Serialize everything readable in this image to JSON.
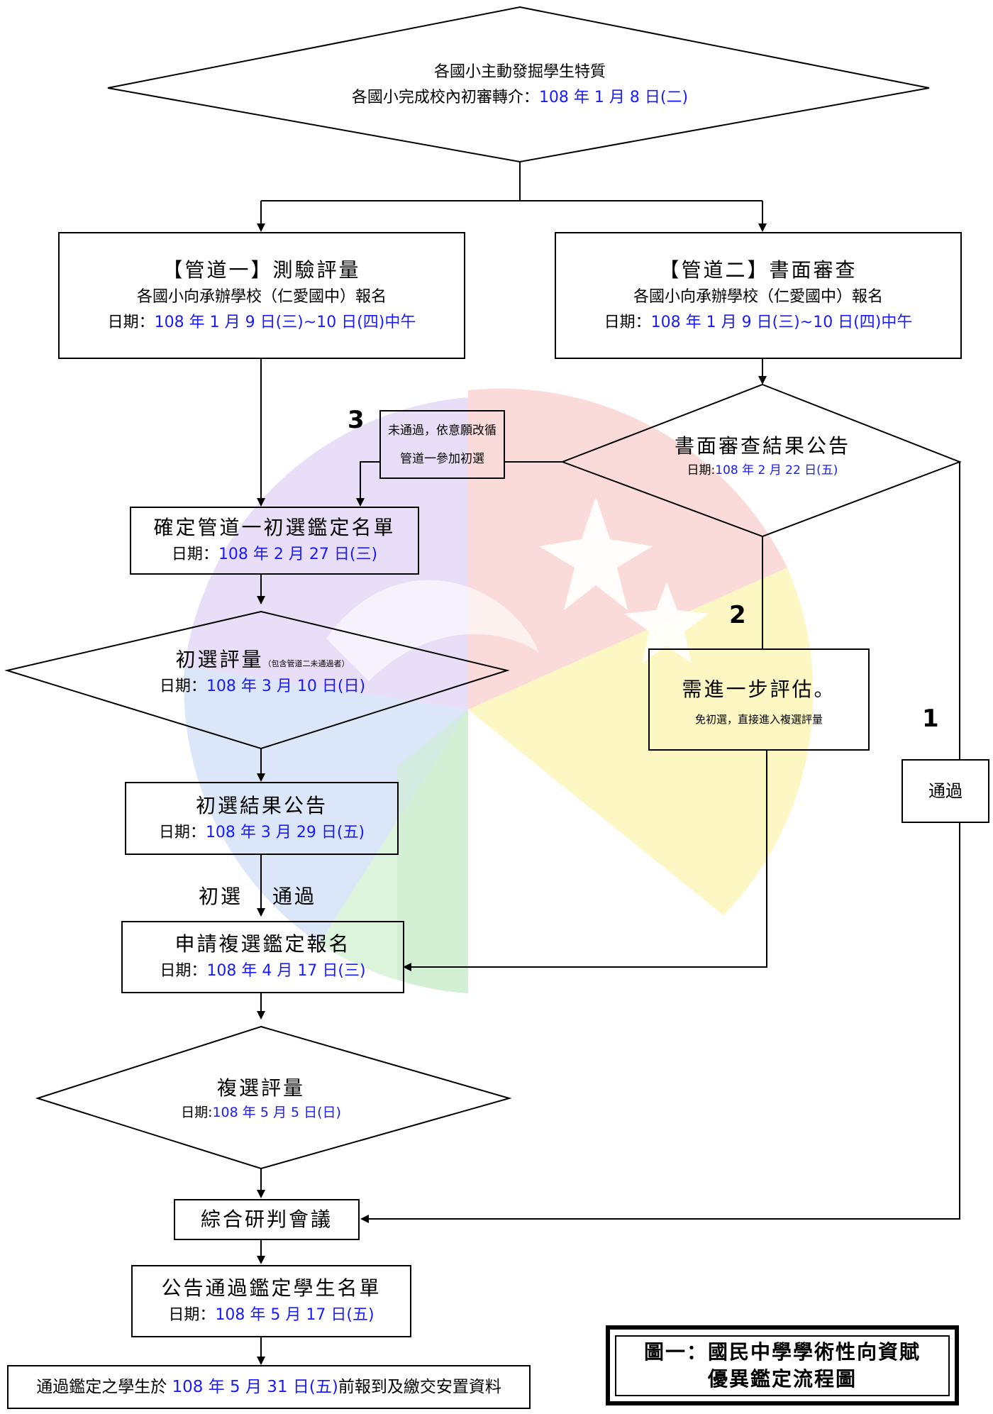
{
  "diagram": {
    "start": {
      "line1": "各國小主動發掘學生特質",
      "line2_prefix": "各國小完成校內初審轉介：",
      "line2_date": "108 年 1 月 8 日(二)"
    },
    "channel1": {
      "title": "【管道一】測驗評量",
      "sub": "各國小向承辦學校（仁愛國中）報名",
      "date_prefix": "日期：",
      "date": "108 年 1 月 9 日(三)~10 日(四)中午"
    },
    "channel2": {
      "title": "【管道二】書面審查",
      "sub": "各國小向承辦學校（仁愛國中）報名",
      "date_prefix": "日期：",
      "date": "108 年 1 月 9 日(三)~10 日(四)中午"
    },
    "review_result": {
      "title": "書面審查結果公告",
      "date_prefix": "日期:",
      "date": "108 年 2 月 22 日(五)"
    },
    "fail_note": {
      "line1": "未通過，依意願改循",
      "line2": "管道一參加初選"
    },
    "confirm_list": {
      "title": "確定管道一初選鑑定名單",
      "date_prefix": "日期：",
      "date": "108 年 2 月 27 日(三)"
    },
    "prelim_eval": {
      "title": "初選評量",
      "note": "（包含管道二未通過者）",
      "date_prefix": "日期：",
      "date": "108 年 3 月 10 日(日)"
    },
    "further": {
      "title": "需進一步評估。",
      "sub": "免初選，直接進入複選評量"
    },
    "pass_box": "通過",
    "prelim_result": {
      "title": "初選結果公告",
      "date_prefix": "日期：",
      "date": "108 年 3 月 29 日(五)"
    },
    "edge_left": "初選",
    "edge_right": "通過",
    "apply": {
      "title": "申請複選鑑定報名",
      "date_prefix": "日期：",
      "date": "108 年 4 月 17 日(三)"
    },
    "second_eval": {
      "title": "複選評量",
      "date_prefix": "日期:",
      "date": "108 年 5 月 5 日(日)"
    },
    "meeting": "綜合研判會議",
    "announce": {
      "title": "公告通過鑑定學生名單",
      "date_prefix": "日期：",
      "date": "108 年 5 月 17 日(五)"
    },
    "final": {
      "prefix": "通過鑑定之學生於 ",
      "date": "108 年 5 月 31 日(五)",
      "suffix": "前報到及繳交安置資料"
    },
    "path_numbers": {
      "n1": "1",
      "n2": "2",
      "n3": "3"
    },
    "figure_title": {
      "line1": "圖一：國民中學學術性向資賦",
      "line2": "優異鑑定流程圖"
    }
  },
  "colors": {
    "accent_blue": "#1a1aff",
    "line": "#000000",
    "wm_red": "#f7c6c2",
    "wm_purple": "#dcc9f2",
    "wm_blue": "#c3d6f5",
    "wm_yellow": "#fbf3a3",
    "wm_green": "#c8ecc8"
  }
}
